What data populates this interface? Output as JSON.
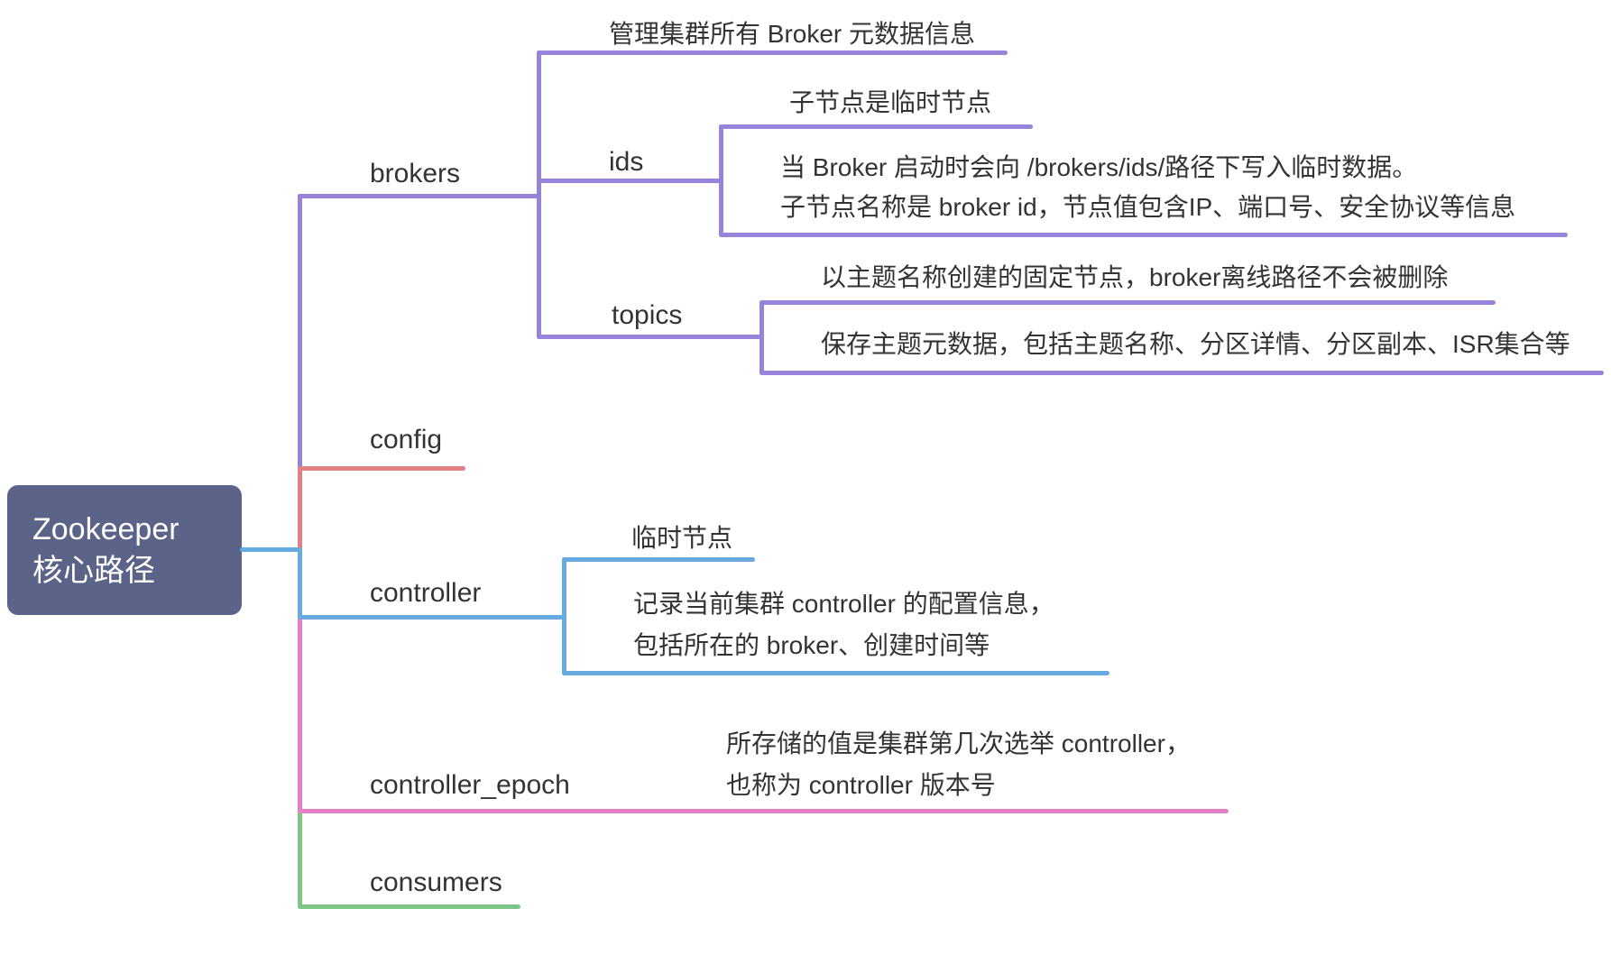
{
  "colors": {
    "purple": "#9783d9",
    "red": "#e28084",
    "blue": "#66abdf",
    "pink": "#e381c8",
    "green": "#7cc788",
    "root_bg": "#5b6389",
    "text": "#333333"
  },
  "root": {
    "title_line1": "Zookeeper",
    "title_line2": "核心路径"
  },
  "brokers": {
    "label": "brokers",
    "note": "管理集群所有 Broker 元数据信息",
    "ids": {
      "label": "ids",
      "note1": "子节点是临时节点",
      "note2_line1": "当 Broker 启动时会向 /brokers/ids/路径下写入临时数据。",
      "note2_line2": "子节点名称是 broker id，节点值包含IP、端口号、安全协议等信息"
    },
    "topics": {
      "label": "topics",
      "note1": "以主题名称创建的固定节点，broker离线路径不会被删除",
      "note2": "保存主题元数据，包括主题名称、分区详情、分区副本、ISR集合等"
    }
  },
  "config": {
    "label": "config"
  },
  "controller": {
    "label": "controller",
    "note1": "临时节点",
    "note2_line1": "记录当前集群 controller 的配置信息，",
    "note2_line2": "包括所在的 broker、创建时间等"
  },
  "controller_epoch": {
    "label": "controller_epoch",
    "note_line1": "所存储的值是集群第几次选举 controller，",
    "note_line2": "也称为 controller 版本号"
  },
  "consumers": {
    "label": "consumers"
  }
}
